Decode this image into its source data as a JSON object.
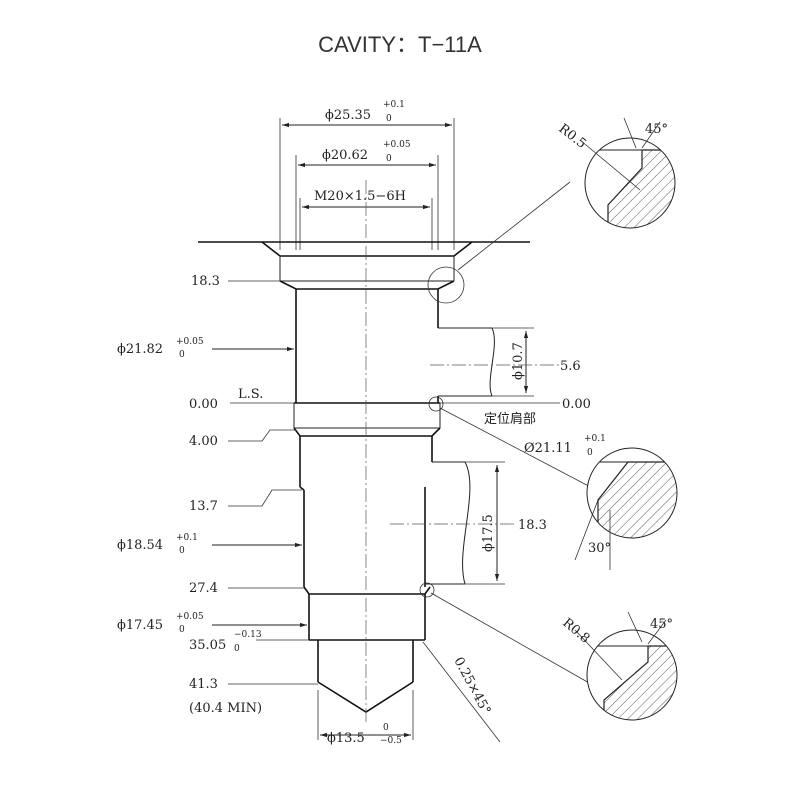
{
  "title": "CAVITY：T−11A",
  "top_dims": {
    "d1": "ϕ25.35",
    "d1_tol_up": "+0.1",
    "d1_tol_lo": "0",
    "d2": "ϕ20.62",
    "d2_tol_up": "+0.05",
    "d2_tol_lo": "0",
    "thread": "M20×1.5−6H"
  },
  "left_dims": {
    "z18_3": "18.3",
    "d21_82": "ϕ21.82",
    "d21_82_up": "+0.05",
    "d21_82_lo": "0",
    "z0": "0.00",
    "ls": "L.S.",
    "z4": "4.00",
    "z13_7": "13.7",
    "d18_54": "ϕ18.54",
    "d18_54_up": "+0.1",
    "d18_54_lo": "0",
    "z27_4": "27.4",
    "d17_45": "ϕ17.45",
    "d17_45_up": "+0.05",
    "d17_45_lo": "0",
    "z35_05": "35.05",
    "z35_05_up": "−0.13",
    "z35_05_lo": "0",
    "z41_3": "41.3",
    "z40_4": "(40.4 MIN)"
  },
  "right_dims": {
    "port1_dia": "ϕ10.7",
    "port1_pos": "5.6",
    "z0": "0.00",
    "shoulder": "定位肩部",
    "d21_11": "Ø21.11",
    "d21_11_up": "+0.1",
    "d21_11_lo": "0",
    "port2_dia": "ϕ17.5",
    "port2_pos": "18.3",
    "chamfer": "0.25×45°"
  },
  "bottom_dims": {
    "d13_5": "ϕ13.5",
    "d13_5_up": "0",
    "d13_5_lo": "−0.5"
  },
  "details": {
    "top_radius": "R0.5",
    "top_angle": "45°",
    "mid_angle": "30°",
    "bot_radius": "R0.8",
    "bot_angle": "45°"
  }
}
